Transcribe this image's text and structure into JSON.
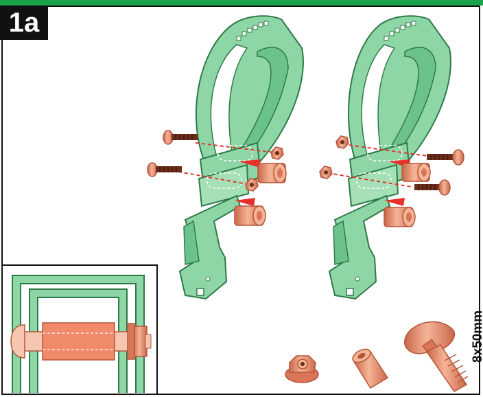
{
  "step_label": "1a",
  "hardware_size": "8x50mm",
  "colors": {
    "bracket_green": "#8fd6a6",
    "bracket_stroke": "#2e7a48",
    "copper": "#f0a07c",
    "copper_dark": "#b5553a",
    "accent_red": "#e8302a",
    "header_green": "#1aa24a"
  },
  "parts": [
    "flange-nut",
    "spacer-sleeve",
    "carriage-bolt"
  ]
}
